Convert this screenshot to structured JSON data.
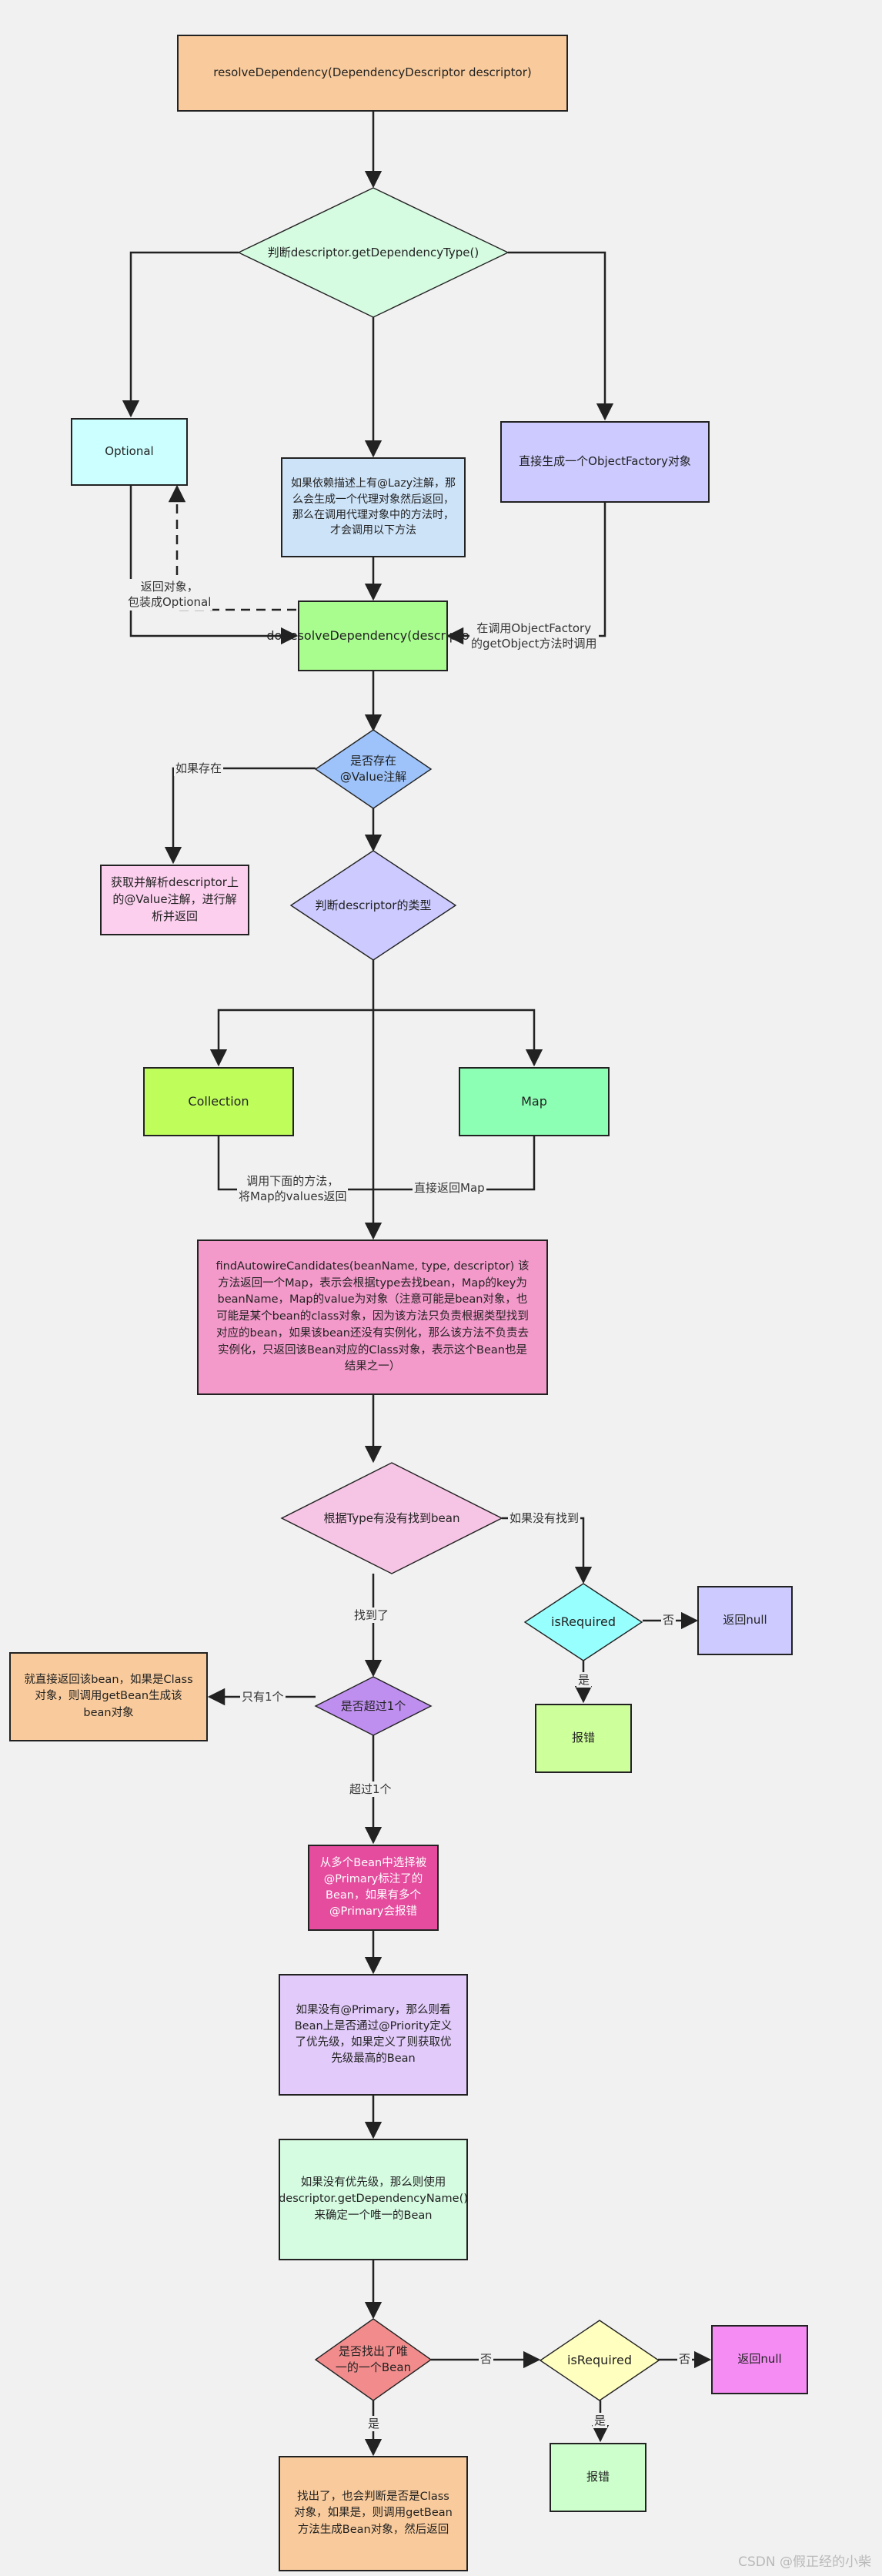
{
  "nodes": {
    "resolve": "resolveDependency(DependencyDescriptor descriptor)",
    "judge_type": "判断descriptor.getDependencyType()",
    "optional": "Optional",
    "lazy": "如果依赖描述上有@Lazy注解，那么会生成一个代理对象然后返回，那么在调用代理对象中的方法时，才会调用以下方法",
    "object_factory": "直接生成一个ObjectFactory对象",
    "do_resolve": "doResolveDependency(descriptor)",
    "has_value": "是否存在@Value注解",
    "value_parse": "获取并解析descriptor上的@Value注解，进行解析并返回",
    "judge_kind": "判断descriptor的类型",
    "collection": "Collection",
    "map": "Map",
    "find_candidates": "findAutowireCandidates(beanName, type, descriptor) 该方法返回一个Map，表示会根据type去找bean，Map的key为beanName，Map的value为对象（注意可能是bean对象，也可能是某个bean的class对象，因为该方法只负责根据类型找到对应的bean，如果该bean还没有实例化，那么该方法不负责去实例化，只返回该Bean对应的Class对象，表示这个Bean也是结果之一）",
    "found_by_type": "根据Type有没有找到bean",
    "is_required_1": "isRequired",
    "return_null_1": "返回null",
    "error_1": "报错",
    "more_than_one": "是否超过1个",
    "only_one_result": "就直接返回该bean，如果是Class对象，则调用getBean生成该bean对象",
    "primary": "从多个Bean中选择被@Primary标注了的Bean，如果有多个@Primary会报错",
    "priority": "如果没有@Primary，那么则看Bean上是否通过@Priority定义了优先级，如果定义了则获取优先级最高的Bean",
    "dep_name": "如果没有优先级，那么则使用descriptor.getDependencyName()来确定一个唯一的Bean",
    "unique_found": "是否找出了唯一的一个Bean",
    "is_required_2": "isRequired",
    "return_null_2": "返回null",
    "error_2": "报错",
    "final": "找出了，也会判断是否是Class对象，如果是，则调用getBean方法生成Bean对象，然后返回"
  },
  "edges": {
    "return_optional": "返回对象，\n包装成Optional",
    "call_object_factory": "在调用ObjectFactory\n的getObject方法时调用",
    "if_exists": "如果存在",
    "call_collection": "调用下面的方法，\n将Map的values返回",
    "return_map": "直接返回Map",
    "if_not_found": "如果没有找到",
    "found": "找到了",
    "no_1": "否",
    "yes_1": "是",
    "only_one": "只有1个",
    "more_than_one": "超过1个",
    "no_2": "否",
    "no_3": "否",
    "yes_2": "是",
    "yes_3": "是"
  },
  "watermark": "CSDN @假正经的小柴",
  "colors": {
    "orange": "#f9cb9c",
    "mint": "#d5fbe1",
    "cyan": "#ccffff",
    "light_blue": "#cde3f8",
    "lavender": "#cccaff",
    "green": "#a9fd8f",
    "blue_diamond": "#9dc3fa",
    "pink_light": "#fccfee",
    "lime": "#bffd5b",
    "sea_green": "#8cffb4",
    "pink": "#f49acb",
    "pink_diamond": "#f6c4e4",
    "aqua": "#98ffff",
    "light_lime": "#cdff9a",
    "purple": "#bf8ff0",
    "magenta": "#e54c9e",
    "lilac": "#e2cbfa",
    "salmon": "#f28c8c",
    "pale_yellow": "#ffffbf",
    "violet": "#f58cf4",
    "pale_green": "#ccffcc",
    "line": "#222222"
  }
}
